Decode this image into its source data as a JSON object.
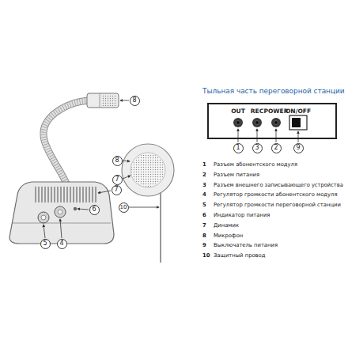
{
  "diagram": {
    "title": "Тыльная часть переговорной станции",
    "nodes": [
      {
        "text": [
          "8"
        ]
      },
      {
        "text": [
          "7"
        ]
      },
      {
        "text": [
          "6"
        ]
      },
      {
        "text": [
          "5"
        ]
      },
      {
        "text": [
          "4"
        ]
      },
      {
        "text": [
          "8"
        ]
      },
      {
        "text": [
          "7"
        ]
      },
      {
        "text": [
          "10"
        ]
      },
      {
        "text": [
          "OUT",
          "REC",
          "POWER",
          "ON/OFF"
        ]
      },
      {
        "text": [
          "1"
        ]
      },
      {
        "text": [
          "3"
        ]
      },
      {
        "text": [
          "2"
        ]
      },
      {
        "text": [
          "9"
        ]
      }
    ],
    "labels": [
      "1",
      "Разъем абонентского модуля",
      "2",
      "Разъем питания",
      "3",
      "Разъем внешнего записывающего устройства",
      "4",
      "Регулятор громкости абонентского модуля",
      "5",
      "Регулятор громкости переговорной станции",
      "6",
      "Индикатор питания",
      "7",
      "Динамик",
      "8",
      "Микрофон",
      "9",
      "Выключатель питания",
      "10",
      "Защитный провод"
    ]
  }
}
